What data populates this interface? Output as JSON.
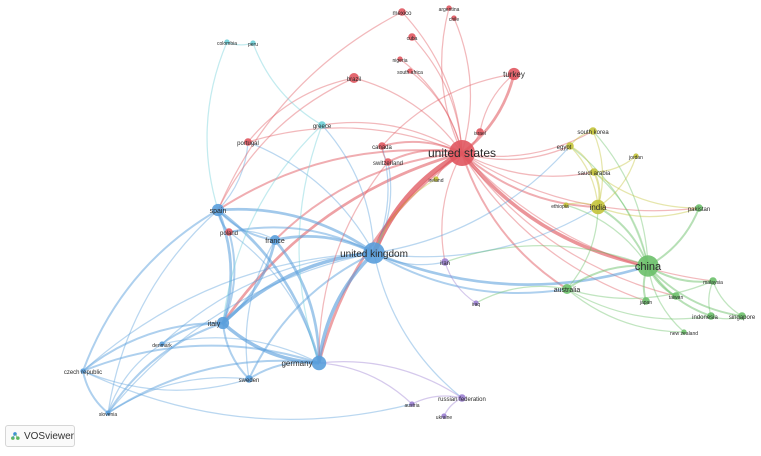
{
  "app": {
    "name": "VOSviewer",
    "logo_icon": "vosviewer-logo-icon"
  },
  "colors": {
    "cluster-red": "#e0575f",
    "cluster-blue": "#5a9fdc",
    "cluster-green": "#6cc06a",
    "cluster-yellow": "#c3c33a",
    "cluster-purple": "#9b7fd1",
    "cluster-cyan": "#6fd0d8"
  },
  "nodes": [
    {
      "id": "united-states",
      "label": "united states",
      "cluster": "cluster-red",
      "weight": 10
    },
    {
      "id": "turkey",
      "label": "turkey",
      "cluster": "cluster-red",
      "weight": 4
    },
    {
      "id": "brazil",
      "label": "brazil",
      "cluster": "cluster-red",
      "weight": 3
    },
    {
      "id": "mexico",
      "label": "mexico",
      "cluster": "cluster-red",
      "weight": 2
    },
    {
      "id": "argentina",
      "label": "argentina",
      "cluster": "cluster-red",
      "weight": 1
    },
    {
      "id": "chile",
      "label": "chile",
      "cluster": "cluster-red",
      "weight": 1
    },
    {
      "id": "cuba",
      "label": "cuba",
      "cluster": "cluster-red",
      "weight": 2
    },
    {
      "id": "nigeria",
      "label": "nigeria",
      "cluster": "cluster-red",
      "weight": 1
    },
    {
      "id": "south-africa",
      "label": "south africa",
      "cluster": "cluster-red",
      "weight": 1
    },
    {
      "id": "portugal",
      "label": "portugal",
      "cluster": "cluster-red",
      "weight": 2
    },
    {
      "id": "canada",
      "label": "canada",
      "cluster": "cluster-red",
      "weight": 2
    },
    {
      "id": "switzerland",
      "label": "switzerland",
      "cluster": "cluster-red",
      "weight": 2
    },
    {
      "id": "israel",
      "label": "israel",
      "cluster": "cluster-red",
      "weight": 2
    },
    {
      "id": "ireland",
      "label": "ireland",
      "cluster": "cluster-yellow",
      "weight": 1
    },
    {
      "id": "poland",
      "label": "poland",
      "cluster": "cluster-red",
      "weight": 2
    },
    {
      "id": "colombia",
      "label": "colombia",
      "cluster": "cluster-cyan",
      "weight": 1
    },
    {
      "id": "peru",
      "label": "peru",
      "cluster": "cluster-cyan",
      "weight": 1
    },
    {
      "id": "greece",
      "label": "greece",
      "cluster": "cluster-cyan",
      "weight": 2
    },
    {
      "id": "south-korea",
      "label": "south korea",
      "cluster": "cluster-yellow",
      "weight": 2
    },
    {
      "id": "egypt",
      "label": "egypt",
      "cluster": "cluster-yellow",
      "weight": 2
    },
    {
      "id": "jordan",
      "label": "jordan",
      "cluster": "cluster-yellow",
      "weight": 1
    },
    {
      "id": "saudi-arabia",
      "label": "saudi arabia",
      "cluster": "cluster-yellow",
      "weight": 2
    },
    {
      "id": "ethiopia",
      "label": "ethiopia",
      "cluster": "cluster-yellow",
      "weight": 1
    },
    {
      "id": "india",
      "label": "india",
      "cluster": "cluster-yellow",
      "weight": 5
    },
    {
      "id": "pakistan",
      "label": "pakistan",
      "cluster": "cluster-green",
      "weight": 2
    },
    {
      "id": "china",
      "label": "china",
      "cluster": "cluster-green",
      "weight": 8
    },
    {
      "id": "malaysia",
      "label": "malaysia",
      "cluster": "cluster-green",
      "weight": 2
    },
    {
      "id": "taiwan",
      "label": "taiwan",
      "cluster": "cluster-green",
      "weight": 2
    },
    {
      "id": "japan",
      "label": "japan",
      "cluster": "cluster-green",
      "weight": 2
    },
    {
      "id": "indonesia",
      "label": "indonesia",
      "cluster": "cluster-green",
      "weight": 2
    },
    {
      "id": "singapore",
      "label": "singapore",
      "cluster": "cluster-green",
      "weight": 2
    },
    {
      "id": "new-zealand",
      "label": "new zealand",
      "cluster": "cluster-green",
      "weight": 1
    },
    {
      "id": "australia",
      "label": "australia",
      "cluster": "cluster-green",
      "weight": 3
    },
    {
      "id": "iran",
      "label": "iran",
      "cluster": "cluster-purple",
      "weight": 2
    },
    {
      "id": "iraq",
      "label": "iraq",
      "cluster": "cluster-purple",
      "weight": 1
    },
    {
      "id": "russian-federation",
      "label": "russian federation",
      "cluster": "cluster-purple",
      "weight": 2
    },
    {
      "id": "austria",
      "label": "austria",
      "cluster": "cluster-purple",
      "weight": 1
    },
    {
      "id": "ukraine",
      "label": "ukraine",
      "cluster": "cluster-purple",
      "weight": 1
    },
    {
      "id": "united-kingdom",
      "label": "united kingdom",
      "cluster": "cluster-blue",
      "weight": 8
    },
    {
      "id": "spain",
      "label": "spain",
      "cluster": "cluster-blue",
      "weight": 4
    },
    {
      "id": "france",
      "label": "france",
      "cluster": "cluster-blue",
      "weight": 3
    },
    {
      "id": "italy",
      "label": "italy",
      "cluster": "cluster-blue",
      "weight": 4
    },
    {
      "id": "germany",
      "label": "germany",
      "cluster": "cluster-blue",
      "weight": 5
    },
    {
      "id": "denmark",
      "label": "denmark",
      "cluster": "cluster-blue",
      "weight": 1
    },
    {
      "id": "czech-republic",
      "label": "czech republic",
      "cluster": "cluster-blue",
      "weight": 1
    },
    {
      "id": "sweden",
      "label": "sweden",
      "cluster": "cluster-blue",
      "weight": 2
    },
    {
      "id": "slovenia",
      "label": "slovenia",
      "cluster": "cluster-blue",
      "weight": 1
    }
  ],
  "links": [
    [
      "united-states",
      "united-kingdom",
      6
    ],
    [
      "united-states",
      "china",
      4
    ],
    [
      "united-states",
      "turkey",
      3
    ],
    [
      "united-states",
      "canada",
      2
    ],
    [
      "united-states",
      "italy",
      3
    ],
    [
      "united-states",
      "germany",
      3
    ],
    [
      "united-states",
      "spain",
      2
    ],
    [
      "united-states",
      "france",
      2
    ],
    [
      "united-states",
      "australia",
      2
    ],
    [
      "united-states",
      "india",
      2
    ],
    [
      "united-states",
      "brazil",
      1
    ],
    [
      "united-states",
      "mexico",
      1
    ],
    [
      "united-states",
      "israel",
      1
    ],
    [
      "united-states",
      "switzerland",
      2
    ],
    [
      "united-states",
      "iran",
      1
    ],
    [
      "united-states",
      "saudi-arabia",
      1
    ],
    [
      "united-states",
      "south-korea",
      1
    ],
    [
      "united-states",
      "portugal",
      1
    ],
    [
      "united-states",
      "ireland",
      1
    ],
    [
      "united-states",
      "cuba",
      1
    ],
    [
      "united-states",
      "chile",
      1
    ],
    [
      "united-states",
      "nigeria",
      1
    ],
    [
      "united-states",
      "south-africa",
      1
    ],
    [
      "united-states",
      "egypt",
      1
    ],
    [
      "united-states",
      "japan",
      1
    ],
    [
      "united-states",
      "malaysia",
      1
    ],
    [
      "united-states",
      "greece",
      1
    ],
    [
      "united-states",
      "taiwan",
      1
    ],
    [
      "united-states",
      "pakistan",
      1
    ],
    [
      "united-kingdom",
      "china",
      3
    ],
    [
      "united-kingdom",
      "italy",
      4
    ],
    [
      "united-kingdom",
      "germany",
      4
    ],
    [
      "united-kingdom",
      "spain",
      3
    ],
    [
      "united-kingdom",
      "france",
      3
    ],
    [
      "united-kingdom",
      "australia",
      2
    ],
    [
      "united-kingdom",
      "poland",
      2
    ],
    [
      "united-kingdom",
      "sweden",
      2
    ],
    [
      "united-kingdom",
      "denmark",
      1
    ],
    [
      "united-kingdom",
      "greece",
      1
    ],
    [
      "united-kingdom",
      "portugal",
      1
    ],
    [
      "united-kingdom",
      "india",
      1
    ],
    [
      "united-kingdom",
      "iran",
      1
    ],
    [
      "united-kingdom",
      "russian-federation",
      1
    ],
    [
      "united-kingdom",
      "czech-republic",
      1
    ],
    [
      "united-kingdom",
      "slovenia",
      1
    ],
    [
      "united-kingdom",
      "canada",
      1
    ],
    [
      "united-kingdom",
      "switzerland",
      1
    ],
    [
      "italy",
      "germany",
      4
    ],
    [
      "italy",
      "spain",
      3
    ],
    [
      "italy",
      "france",
      3
    ],
    [
      "italy",
      "sweden",
      2
    ],
    [
      "italy",
      "denmark",
      2
    ],
    [
      "italy",
      "czech-republic",
      2
    ],
    [
      "italy",
      "slovenia",
      2
    ],
    [
      "italy",
      "poland",
      2
    ],
    [
      "germany",
      "spain",
      3
    ],
    [
      "germany",
      "france",
      3
    ],
    [
      "germany",
      "sweden",
      2
    ],
    [
      "germany",
      "slovenia",
      2
    ],
    [
      "germany",
      "czech-republic",
      2
    ],
    [
      "germany",
      "denmark",
      1
    ],
    [
      "germany",
      "poland",
      1
    ],
    [
      "spain",
      "france",
      2
    ],
    [
      "spain",
      "poland",
      2
    ],
    [
      "spain",
      "czech-republic",
      2
    ],
    [
      "spain",
      "portugal",
      1
    ],
    [
      "spain",
      "slovenia",
      1
    ],
    [
      "france",
      "poland",
      1
    ],
    [
      "france",
      "sweden",
      1
    ],
    [
      "czech-republic",
      "slovenia",
      2
    ],
    [
      "czech-republic",
      "sweden",
      1
    ],
    [
      "sweden",
      "slovenia",
      1
    ],
    [
      "denmark",
      "slovenia",
      1
    ],
    [
      "czech-republic",
      "austria",
      1
    ],
    [
      "china",
      "australia",
      2
    ],
    [
      "china",
      "malaysia",
      2
    ],
    [
      "china",
      "taiwan",
      2
    ],
    [
      "china",
      "japan",
      2
    ],
    [
      "china",
      "indonesia",
      2
    ],
    [
      "china",
      "singapore",
      2
    ],
    [
      "china",
      "pakistan",
      2
    ],
    [
      "china",
      "india",
      2
    ],
    [
      "china",
      "saudi-arabia",
      1
    ],
    [
      "china",
      "new-zealand",
      1
    ],
    [
      "china",
      "iran",
      1
    ],
    [
      "china",
      "egypt",
      1
    ],
    [
      "china",
      "south-korea",
      1
    ],
    [
      "china",
      "ethiopia",
      1
    ],
    [
      "australia",
      "new-zealand",
      1
    ],
    [
      "australia",
      "indonesia",
      1
    ],
    [
      "australia",
      "india",
      1
    ],
    [
      "australia",
      "malaysia",
      1
    ],
    [
      "australia",
      "iraq",
      1
    ],
    [
      "malaysia",
      "singapore",
      1
    ],
    [
      "malaysia",
      "indonesia",
      1
    ],
    [
      "indonesia",
      "singapore",
      1
    ],
    [
      "india",
      "saudi-arabia",
      2
    ],
    [
      "india",
      "egypt",
      1
    ],
    [
      "india",
      "south-korea",
      1
    ],
    [
      "india",
      "pakistan",
      1
    ],
    [
      "india",
      "ethiopia",
      1
    ],
    [
      "india",
      "jordan",
      1
    ],
    [
      "saudi-arabia",
      "egypt",
      1
    ],
    [
      "saudi-arabia",
      "pakistan",
      1
    ],
    [
      "saudi-arabia",
      "jordan",
      1
    ],
    [
      "south-korea",
      "egypt",
      1
    ],
    [
      "turkey",
      "israel",
      1
    ],
    [
      "turkey",
      "canada",
      1
    ],
    [
      "brazil",
      "portugal",
      1
    ],
    [
      "brazil",
      "spain",
      1
    ],
    [
      "mexico",
      "spain",
      1
    ],
    [
      "argentina",
      "united-states",
      1
    ],
    [
      "colombia",
      "peru",
      1
    ],
    [
      "peru",
      "greece",
      1
    ],
    [
      "colombia",
      "spain",
      1
    ],
    [
      "greece",
      "italy",
      1
    ],
    [
      "greece",
      "germany",
      1
    ],
    [
      "iran",
      "iraq",
      1
    ],
    [
      "russian-federation",
      "ukraine",
      1
    ],
    [
      "russian-federation",
      "austria",
      1
    ],
    [
      "russian-federation",
      "germany",
      1
    ],
    [
      "austria",
      "germany",
      1
    ],
    [
      "canada",
      "switzerland",
      1
    ],
    [
      "switzerland",
      "germany",
      1
    ],
    [
      "ireland",
      "united-kingdom",
      1
    ],
    [
      "united-kingdom",
      "egypt",
      1
    ]
  ],
  "layout_note": ""
}
